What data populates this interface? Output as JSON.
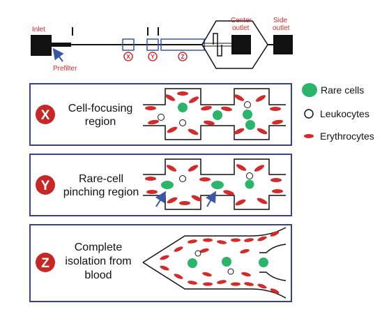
{
  "top_schematic": {
    "inlet_label": "Inlet",
    "prefilter_label": "Prefilter",
    "center_outlet_label_line1": "Center",
    "center_outlet_label_line2": "outlet",
    "side_outlet_label_line1": "Side",
    "side_outlet_label_line2": "outlet",
    "markers": [
      "X",
      "Y",
      "Z"
    ]
  },
  "panels": [
    {
      "badge": "X",
      "lines": [
        "Cell-focusing",
        "region"
      ]
    },
    {
      "badge": "Y",
      "lines": [
        "Rare-cell",
        "pinching region"
      ]
    },
    {
      "badge": "Z",
      "lines": [
        "Complete",
        "isolation from",
        "blood"
      ]
    }
  ],
  "legend": [
    {
      "label": "Rare cells",
      "color": "#2bb56b"
    },
    {
      "label": "Leukocytes",
      "color": "#ffffff"
    },
    {
      "label": "Erythrocytes",
      "color": "#d42a2a"
    }
  ],
  "colors": {
    "panel_border": "#3a3f8f",
    "badge": "#c62828",
    "rare_cell": "#2bb56b",
    "erythrocyte": "#d42a2a",
    "arrow": "#3a56a8"
  }
}
